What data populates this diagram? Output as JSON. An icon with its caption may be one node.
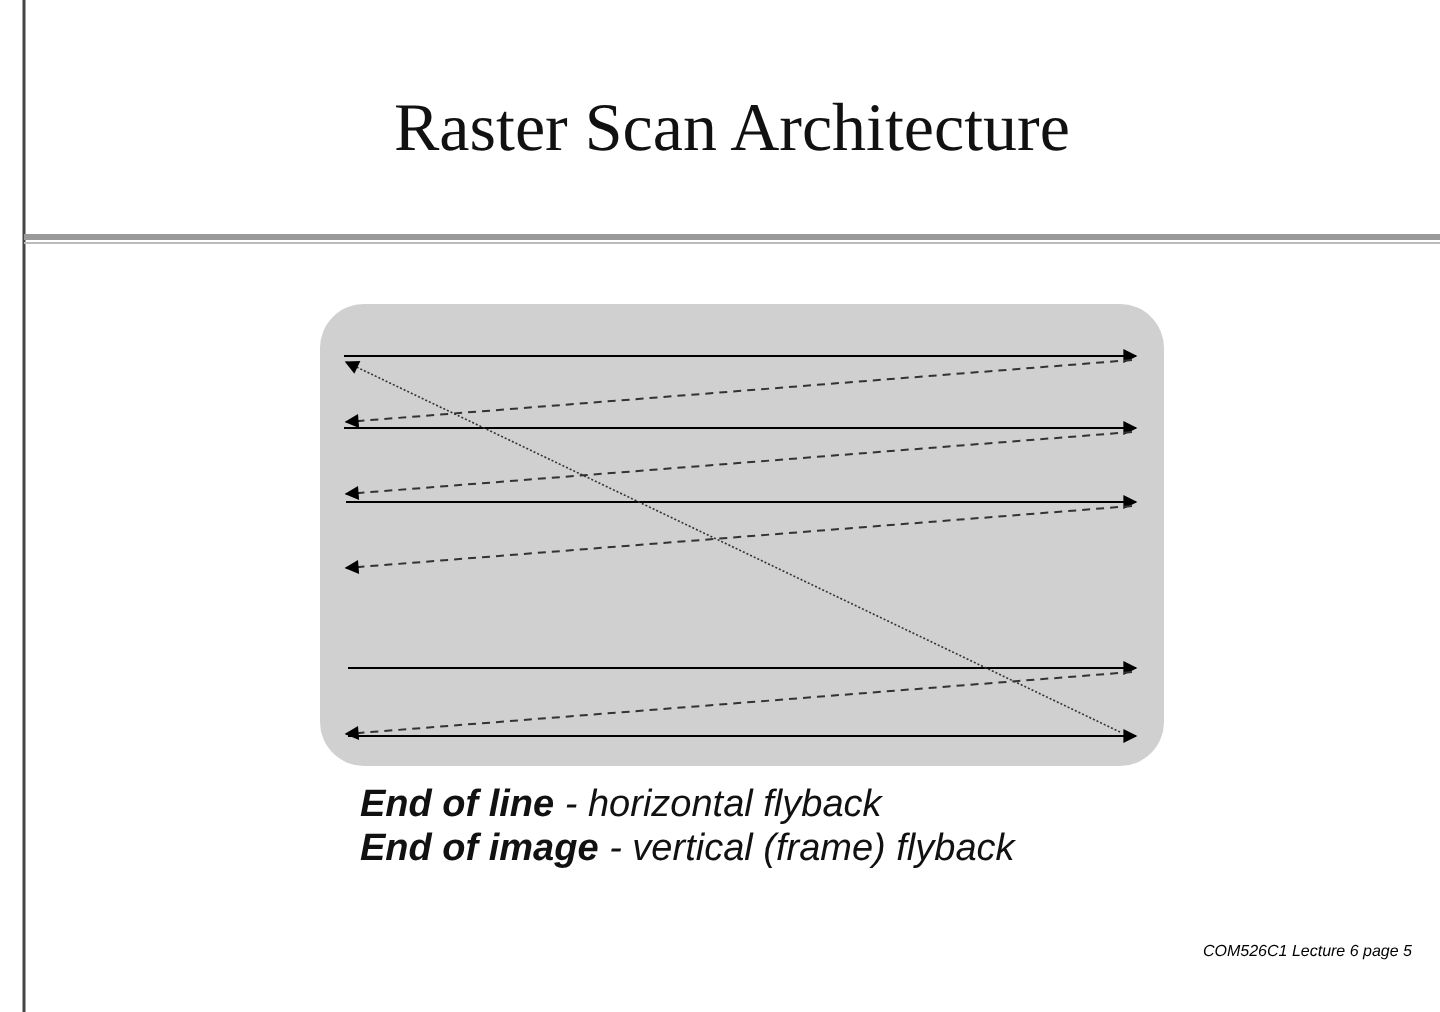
{
  "diagram": {
    "title": "Raster Scan Architecture",
    "labels": [
      "**End of line** - horizontal flyback",
      "**End of image** - vertical (frame) flyback",
      "COM526C1 Lecture 6 page 5"
    ]
  }
}
